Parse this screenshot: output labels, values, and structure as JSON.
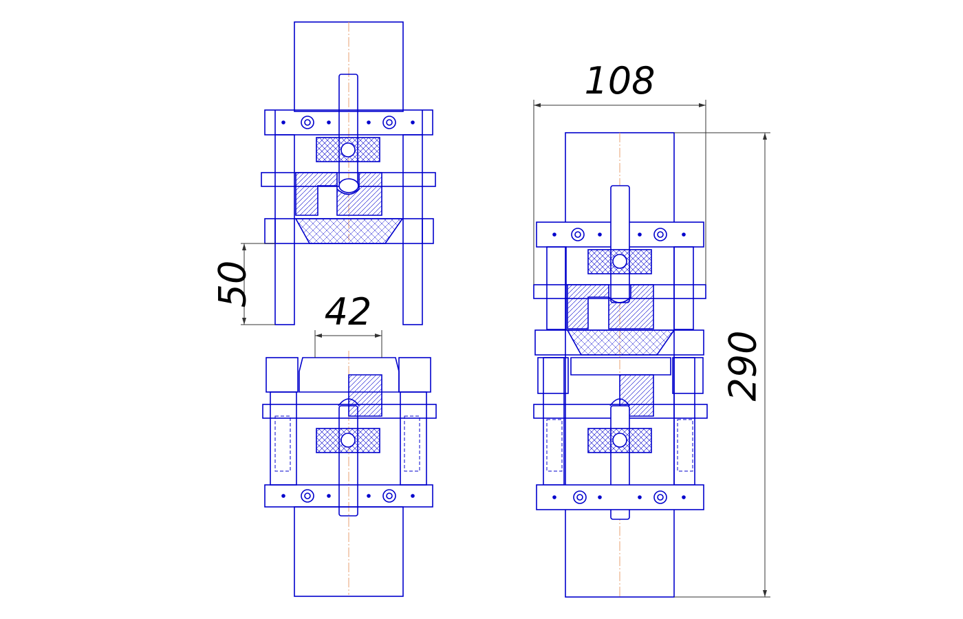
{
  "colors": {
    "outline": "#0000cc",
    "centerline": "#e8a070",
    "dimension": "#333333",
    "text": "#000000",
    "background": "#ffffff"
  },
  "dimensions": {
    "d50": "50",
    "d42": "42",
    "d108": "108",
    "d290": "290"
  }
}
